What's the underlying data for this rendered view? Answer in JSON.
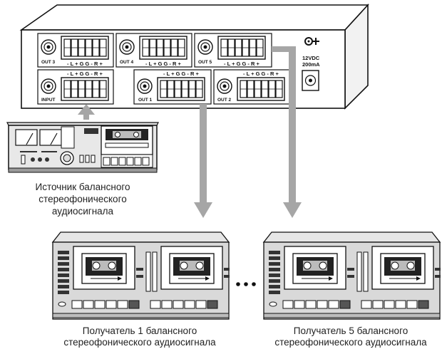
{
  "splitter": {
    "out3": "OUT 3",
    "out4": "OUT 4",
    "out5": "OUT 5",
    "input": "INPUT",
    "out1": "OUT 1",
    "out2": "OUT 2",
    "pins": "- L + G  G - R +",
    "power_voltage": "12VDC",
    "power_current": "200mA"
  },
  "source_caption": [
    "Источник балансного",
    "стереофонического",
    "аудиосигнала"
  ],
  "receiver1_caption": [
    "Получатель 1 балансного",
    "стереофонического аудиосигнала"
  ],
  "receiver5_caption": [
    "Получатель 5 балансного",
    "стереофонического аудиосигнала"
  ],
  "colors": {
    "arrow": "#a6a6a6",
    "line": "#111111",
    "panel": "#ffffff",
    "deck": "#d9d9d9"
  }
}
